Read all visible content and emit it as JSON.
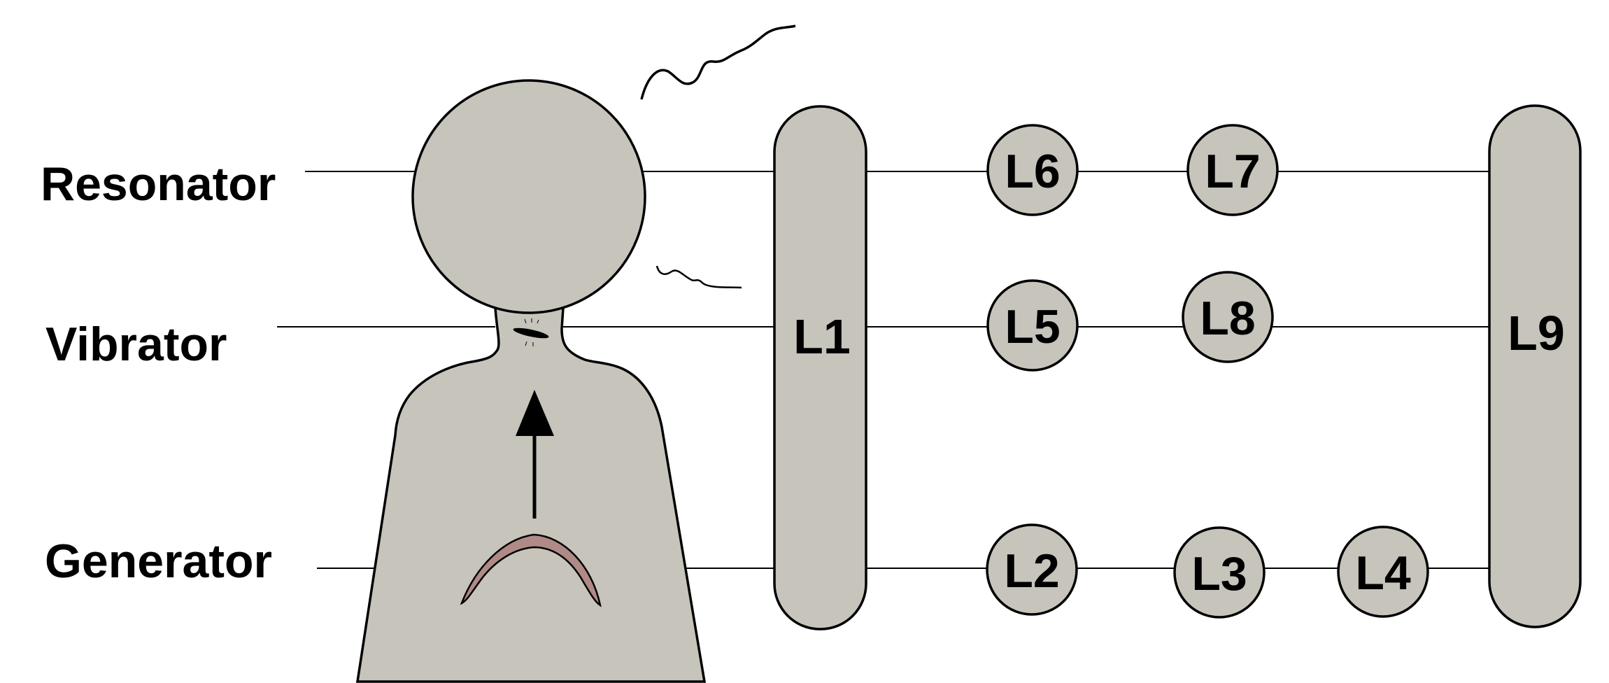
{
  "labels": {
    "resonator": "Resonator",
    "vibrator": "Vibrator",
    "generator": "Generator"
  },
  "nodes": {
    "l1": "L1",
    "l2": "L2",
    "l3": "L3",
    "l4": "L4",
    "l5": "L5",
    "l6": "L6",
    "l7": "L7",
    "l8": "L8",
    "l9": "L9"
  },
  "colors": {
    "fill": "#c6c4bb",
    "lung": "#b08a86",
    "stroke": "#000000"
  }
}
